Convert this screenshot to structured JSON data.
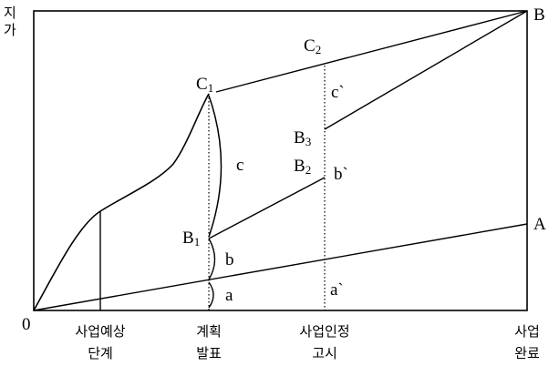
{
  "axis": {
    "y_label_line1": "지",
    "y_label_line2": "가",
    "origin": "0"
  },
  "points": {
    "A": "A",
    "B": "B",
    "C1_main": "C",
    "C1_sub": "1",
    "C2_main": "C",
    "C2_sub": "2",
    "B1_main": "B",
    "B1_sub": "1",
    "B2_main": "B",
    "B2_sub": "2",
    "B3_main": "B",
    "B3_sub": "3"
  },
  "segments": {
    "a": "a",
    "b": "b",
    "c": "c",
    "a_prime": "a`",
    "b_prime": "b`",
    "c_prime": "c`"
  },
  "stages": [
    {
      "line1": "사업예상",
      "line2": "단계"
    },
    {
      "line1": "계획",
      "line2": "발표"
    },
    {
      "line1": "사업인정",
      "line2": "고시"
    },
    {
      "line1": "사업",
      "line2": "완료"
    }
  ]
}
